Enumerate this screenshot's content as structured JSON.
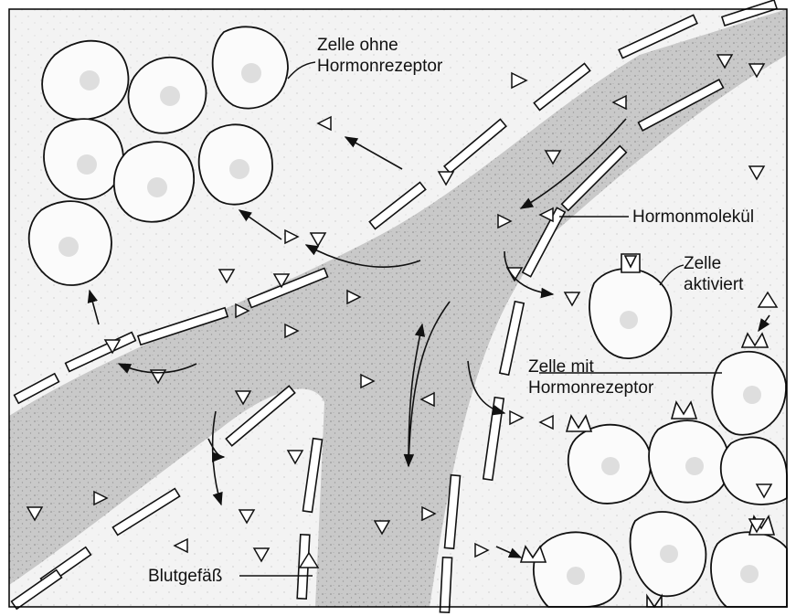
{
  "labels": {
    "cell_without_receptor_line1": "Zelle ohne",
    "cell_without_receptor_line2": "Hormonrezeptor",
    "hormone_molecule": "Hormonmolekül",
    "cell_activated_line1": "Zelle",
    "cell_activated_line2": "aktiviert",
    "cell_with_receptor_line1": "Zelle mit",
    "cell_with_receptor_line2": "Hormonrezeptor",
    "blood_vessel": "Blutgefäß"
  },
  "colors": {
    "ink": "#111111",
    "vessel_fill": "#c9c9c9",
    "tissue_fill": "#f1f1f1",
    "cell_fill": "#fbfbfb",
    "frame": "#000000"
  }
}
